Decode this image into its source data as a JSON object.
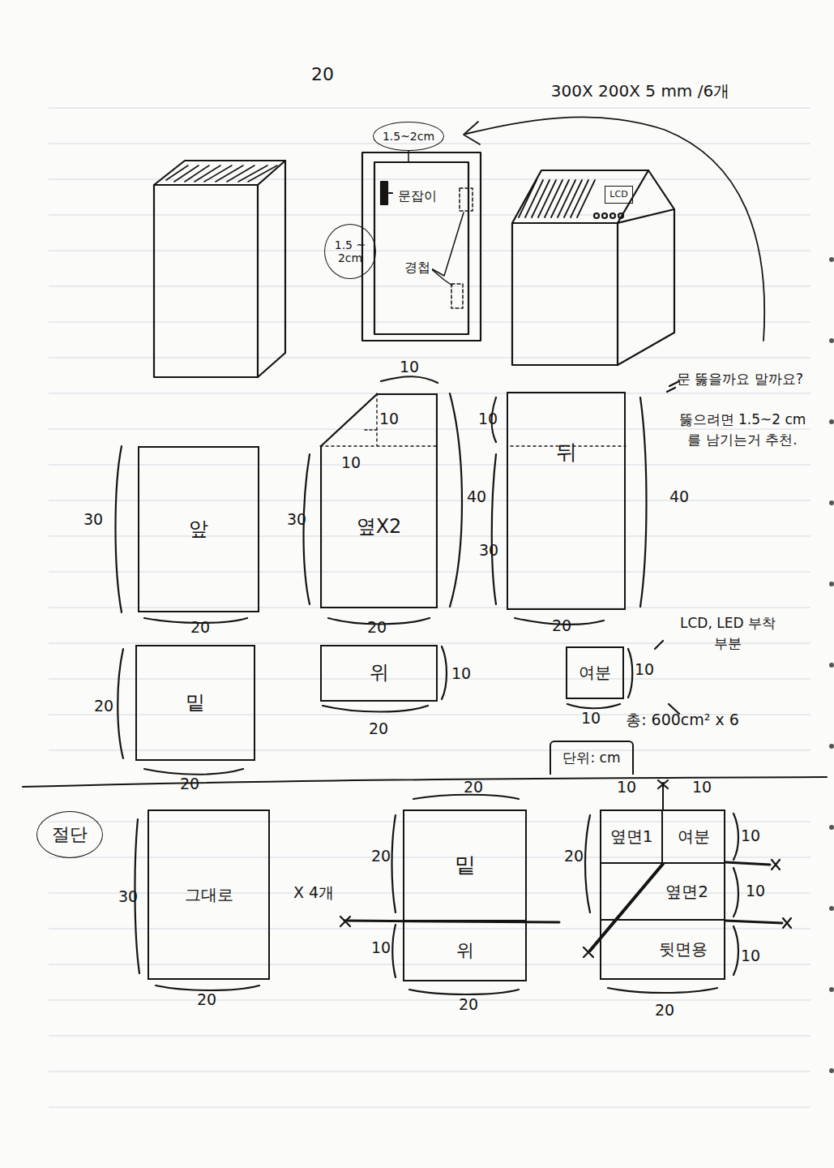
{
  "diagram": {
    "nodes": [
      {
        "text": [
          "1.5~2cm"
        ]
      },
      {
        "text": [
          "1.5 ~ 2cm"
        ]
      },
      {
        "text": [
          "LCD"
        ]
      },
      {
        "text": [
          "앞"
        ]
      },
      {
        "text": [
          "옆X2"
        ]
      },
      {
        "text": [
          "뒤"
        ]
      },
      {
        "text": [
          "밑"
        ]
      },
      {
        "text": [
          "위"
        ]
      },
      {
        "text": [
          "여분"
        ]
      },
      {
        "text": [
          "단위: cm"
        ]
      },
      {
        "text": [
          "절단"
        ]
      },
      {
        "text": [
          "그대로"
        ]
      },
      {
        "text": [
          "밑"
        ]
      },
      {
        "text": [
          "위"
        ]
      },
      {
        "text": [
          "옆면1"
        ]
      },
      {
        "text": [
          "여분"
        ]
      },
      {
        "text": [
          "옆면2"
        ]
      },
      {
        "text": [
          "뒷면용"
        ]
      }
    ],
    "labels": [
      "20",
      "300X 200X 5 mm /6개",
      "문잡이",
      "경첩",
      "10",
      "10",
      "10",
      "30",
      "40",
      "20",
      "30",
      "20",
      "10",
      "30",
      "40",
      "20",
      "문 뚫을까요 말까요?",
      "뚫으려면 1.5~2 cm 를 남기는거 추천.",
      "20",
      "20",
      "10",
      "20",
      "10",
      "10",
      "LCD, LED 부착부분",
      "총: 600cm² x 6",
      "30",
      "20",
      "X 4개",
      "20",
      "20",
      "10",
      "20",
      "10",
      "10",
      "20",
      "10",
      "10",
      "10",
      "20"
    ]
  }
}
